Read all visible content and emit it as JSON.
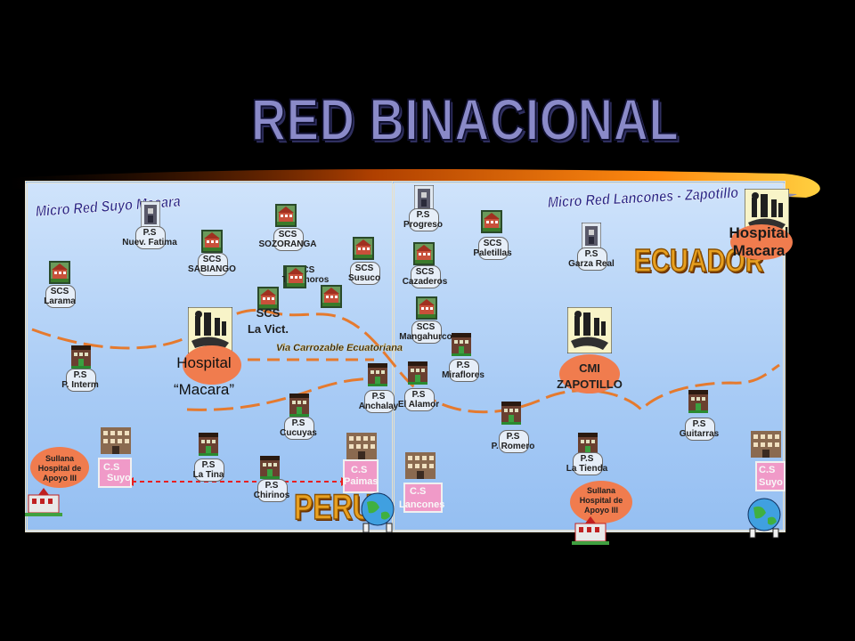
{
  "title": "RED BINACIONAL",
  "micro_red_left": "Micro Red Suyo Macara",
  "micro_red_right": "Micro Red Lancones - Zapotillo",
  "country_left": "PERU",
  "country_right": "ECUADOR",
  "road_label": "Via Carrozable  Ecuatoriana",
  "colors": {
    "panel": "#b4d2f8",
    "road": "#e57a2e",
    "hospital_ellipse": "#f07c4e",
    "health_center": "#f09ac8",
    "link_arrow": "#e82020"
  },
  "nodes": {
    "ps_nuev_fatima": {
      "line1": "P.S",
      "line2": "Nuev. Fatima"
    },
    "scs_sabiango": {
      "line1": "SCS",
      "line2": "SABIANGO"
    },
    "scs_sozoranga": {
      "line1": "SCS",
      "line2": "SOZORANGA"
    },
    "scs_tacamoros": {
      "line1": "SCS",
      "line2": "Tacamoros"
    },
    "scs_susuco": {
      "line1": "SCS",
      "line2": "Susuco"
    },
    "scs_larama": {
      "line1": "SCS",
      "line2": "Larama"
    },
    "scs_la_vict": {
      "line1": "SCS",
      "line2": "La Vict."
    },
    "hospital_macara_left": {
      "line1": "Hospital",
      "line2": "“Macara”"
    },
    "ps_p_interm": {
      "line1": "P.S",
      "line2": "P. Interm"
    },
    "ps_anchalay": {
      "line1": "P.S",
      "line2": "Anchalay"
    },
    "ps_cucuyas": {
      "line1": "P.S",
      "line2": "Cucuyas"
    },
    "sullana_left": {
      "line1": "Sullana",
      "line2": "Hospital de",
      "line3": "Apoyo III"
    },
    "cs_suyo_left": {
      "line1": "C.S",
      "line2": "Suyo"
    },
    "ps_la_tina": {
      "line1": "P.S",
      "line2": "La Tina"
    },
    "ps_chirinos": {
      "line1": "P.S",
      "line2": "Chirinos"
    },
    "cs_paimas": {
      "line1": "C.S",
      "line2": "Paimas"
    },
    "ps_progreso": {
      "line1": "P.S",
      "line2": "Progreso"
    },
    "scs_paletillas": {
      "line1": "SCS",
      "line2": "Paletillas"
    },
    "ps_garza_real": {
      "line1": "P.S",
      "line2": "Garza Real"
    },
    "scs_cazaderos": {
      "line1": "SCS",
      "line2": "Cazaderos"
    },
    "scs_mangahurco": {
      "line1": "SCS",
      "line2": "Mangahurco"
    },
    "ps_miraflores": {
      "line1": "P.S",
      "line2": "Miraflores"
    },
    "ps_el_alamor": {
      "line1": "P.S",
      "line2": "El Alamor"
    },
    "cmi_zapotillo": {
      "line1": "CMI",
      "line2": "ZAPOTILLO"
    },
    "ps_p_romero": {
      "line1": "P.S",
      "line2": "P. Romero"
    },
    "ps_guitarras": {
      "line1": "P.S",
      "line2": "Guitarras"
    },
    "ps_la_tienda": {
      "line1": "P.S",
      "line2": "La Tienda"
    },
    "cs_lancones": {
      "line1": "C.S",
      "line2": "Lancones"
    },
    "sullana_right": {
      "line1": "Sullana",
      "line2": "Hospital de",
      "line3": "Apoyo III"
    },
    "cs_suyo_right": {
      "line1": "C.S",
      "line2": "Suyo"
    },
    "hospital_macara_right": {
      "line1": "Hospital",
      "line2": "Macara"
    }
  }
}
